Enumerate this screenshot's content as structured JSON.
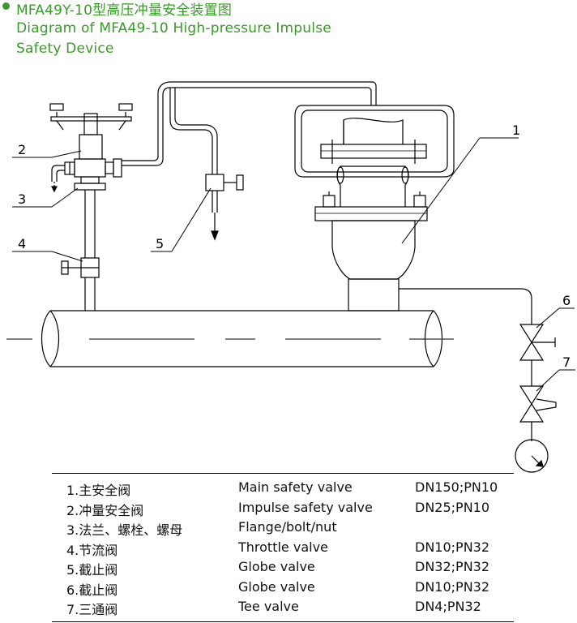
{
  "title": {
    "line1": "MFA49Y-10型高压冲量安全装置图",
    "line2": "Diagram of MFA49-10 High-pressure Impulse",
    "line3": "Safety Device",
    "bullet_color": "#3a9a2a"
  },
  "callouts": [
    "1",
    "2",
    "3",
    "4",
    "5",
    "6",
    "7"
  ],
  "legend": [
    {
      "cn": "1.主安全阀",
      "en": "Main safety valve",
      "spec": "DN150;PN10"
    },
    {
      "cn": "2.冲量安全阀",
      "en": "Impulse safety valve",
      "spec": "DN25;PN10"
    },
    {
      "cn": "3.法兰、螺栓、螺母",
      "en": "Flange/bolt/nut",
      "spec": ""
    },
    {
      "cn": "4.节流阀",
      "en": "Throttle valve",
      "spec": "DN10;PN32"
    },
    {
      "cn": "5.截止阀",
      "en": "Globe valve",
      "spec": "DN32;PN32"
    },
    {
      "cn": "6.截止阀",
      "en": "Globe valve",
      "spec": "DN10;PN32"
    },
    {
      "cn": "7.三通阀",
      "en": "Tee valve",
      "spec": "DN4;PN32"
    }
  ]
}
